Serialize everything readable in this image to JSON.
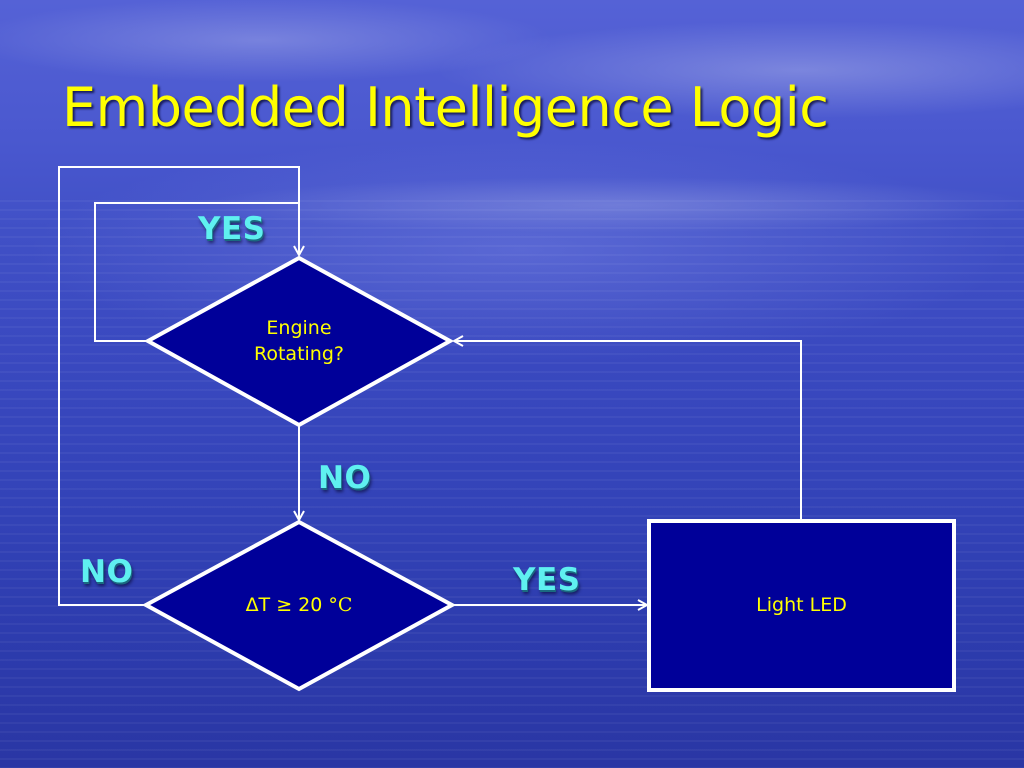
{
  "title": "Embedded Intelligence Logic",
  "nodes": {
    "engine_check": {
      "line1": "Engine",
      "line2": "Rotating?"
    },
    "temp_check": {
      "text_a": "ΔT ≥ 20 ",
      "unit": "°C"
    },
    "action": {
      "text": "Light LED"
    }
  },
  "edge_labels": {
    "engine_yes": "YES",
    "engine_no": "NO",
    "temp_no": "NO",
    "temp_yes": "YES"
  },
  "colors": {
    "title": "#ffff00",
    "node_fill": "#000099",
    "node_text": "#ffff00",
    "edge_label": "#5ff0f0",
    "connector": "#ffffff"
  }
}
